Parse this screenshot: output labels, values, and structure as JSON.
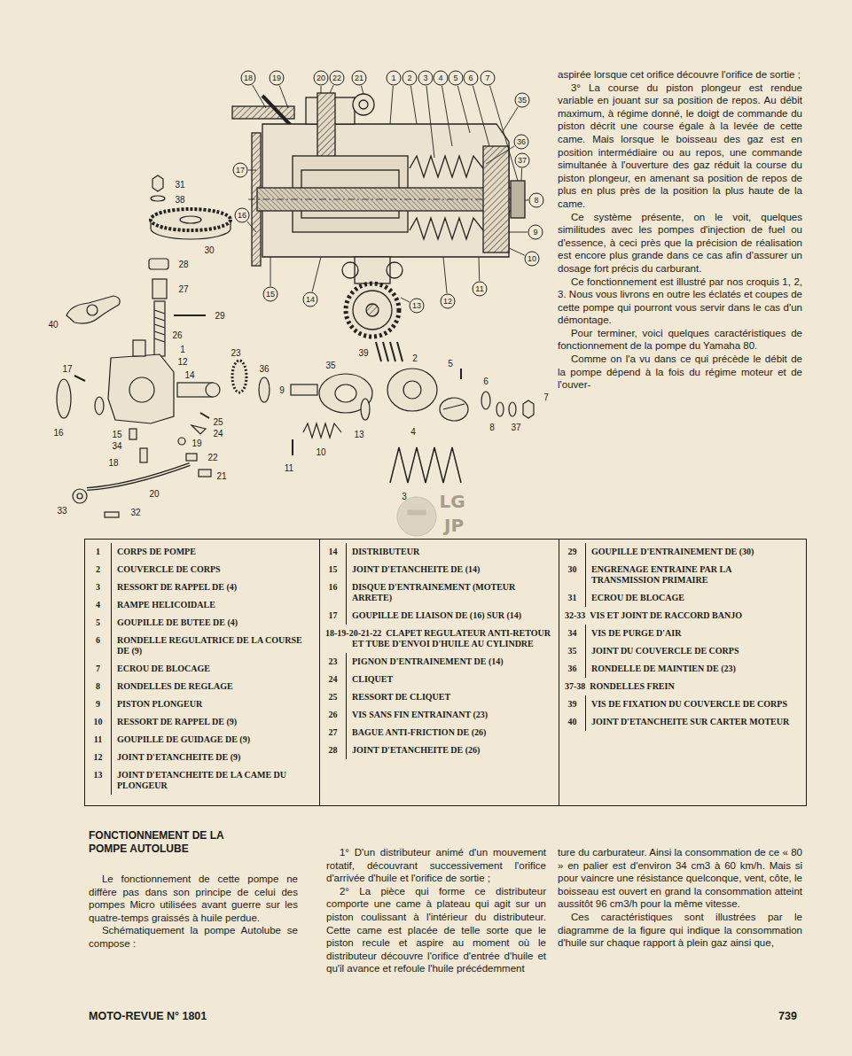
{
  "diagram": {
    "title": "FONCTIONNEMENT DE LA POMPE AUTOLUBE",
    "labels": [
      "18",
      "19",
      "20",
      "22",
      "21",
      "1",
      "2",
      "3",
      "4",
      "5",
      "6",
      "7",
      "35",
      "36",
      "37",
      "8",
      "9",
      "10",
      "11",
      "12",
      "13",
      "14",
      "15",
      "16",
      "17",
      "31",
      "38",
      "30",
      "28",
      "27",
      "29",
      "40",
      "26",
      "1",
      "12",
      "17",
      "14",
      "16",
      "15",
      "34",
      "18",
      "19",
      "25",
      "24",
      "22",
      "21",
      "20",
      "33",
      "32",
      "23",
      "36",
      "9",
      "35",
      "39",
      "2",
      "5",
      "6",
      "37",
      "8",
      "11",
      "10",
      "13",
      "4",
      "3",
      "7",
      "1",
      "CORPS DE POMPE",
      "2",
      "COUVERCLE DE CORPS",
      "3",
      "RESSORT DE RAPPEL DE (4)",
      "4",
      "RAMPE HELICOIDALE",
      "5",
      "GOUPILLE DE BUTEE DE (4)",
      "6",
      "RONDELLE REGULATRICE DE LA COURSE DE (9)",
      "7",
      "ECROU DE BLOCAGE",
      "8",
      "RONDELLES DE REGLAGE",
      "9",
      "PISTON PLONGEUR",
      "10",
      "RESSORT DE RAPPEL DE (9)",
      "11",
      "GOUPILLE DE GUIDAGE DE (9)",
      "12",
      "JOINT D'ETANCHEITE DE (9)",
      "13",
      "JOINT D'ETANCHEITE DE LA CAME DU PLONGEUR",
      "14",
      "DISTRIBUTEUR",
      "15",
      "JOINT D'ETANCHEITE DE (14)",
      "16",
      "DISQUE D'ENTRAINEMENT (MOTEUR ARRETE)",
      "17",
      "GOUPILLE DE LIAISON DE (16) SUR (14)",
      "18-19-20-21-22",
      "CLAPET REGULATEUR ANTI-RETOUR ET TUBE D'ENVOI D'HUILE AU CYLINDRE",
      "23",
      "PIGNON D'ENTRAINEMENT DE (14)",
      "24",
      "CLIQUET",
      "25",
      "RESSORT DE CLIQUET",
      "26",
      "VIS SANS FIN ENTRAINANT (23)",
      "27",
      "BAGUE ANTI-FRICTION DE (26)",
      "28",
      "JOINT D'ETANCHEITE DE (26)",
      "29",
      "GOUPILLE D'ENTRAINEMENT DE (30)",
      "30",
      "ENGRENAGE ENTRAINE PAR LA TRANSMISSION PRIMAIRE",
      "31",
      "ECROU DE BLOCAGE",
      "32-33",
      "VIS ET JOINT DE RACCORD BANJO",
      "34",
      "VIS DE PURGE D'AIR",
      "35",
      "JOINT DU COUVERCLE DE CORPS",
      "36",
      "RONDELLE DE MAINTIEN DE (23)",
      "37-38",
      "RONDELLES FREIN",
      "39",
      "VIS DE FIXATION DU COUVERCLE DE CORPS",
      "40",
      "JOINT D'ETANCHEITE SUR CARTER MOTEUR",
      "aspirée lorsque cet orifice découvre l'orifice de sortie ;",
      "3° La course du piston plongeur est rendue variable en jouant sur sa position de repos. Au débit maximum, à régime donné, le doigt de commande du piston décrit une course égale à la levée de cette came. Mais lorsque le boisseau des gaz est en position intermédiaire ou au repos, une commande simultanée à l'ouverture des gaz réduit la course du piston plongeur, en amenant sa position de repos de plus en plus près de la position la plus haute de la came.",
      "Ce système présente, on le voit, quelques similitudes avec les pompes d'injection de fuel ou d'essence, à ceci près que la précision de réalisation est encore plus grande dans ce cas afin d'assurer un dosage fort précis du carburant.",
      "Ce fonctionnement est illustré par nos croquis 1, 2, 3. Nous vous livrons en outre les éclatés et coupes de cette pompe qui pourront vous servir dans le cas d'un démontage.",
      "Pour terminer, voici quelques caractéristiques de fonctionnement de la pompe du Yamaha 80.",
      "Comme on l'a vu dans ce qui précède le débit de la pompe dépend à la fois du régime moteur et de l'ouver-",
      "Le fonctionnement de cette pompe ne diffère pas dans son principe de celui des pompes Micro utilisées avant guerre sur les quatre-temps graissés à huile perdue.",
      "Schématiquement la pompe Autolube se compose :",
      "1° D'un distributeur animé d'un mouvement rotatif, découvrant successivement l'orifice d'arrivée d'huile et l'orifice de sortie ;",
      "2° La pièce qui forme ce distributeur comporte une came à plateau qui agit sur un piston coulissant à l'intérieur du distributeur. Cette came est placée de telle sorte que le piston recule et aspire au moment où le distributeur découvre l'orifice d'entrée d'huile et qu'il avance et refoule l'huile précédemment",
      "ture du carburateur. Ainsi la consommation de ce « 80 » en palier est d'environ 34 cm3 à 60 km/h. Mais si pour vaincre une résistance quelconque, vent, côte, le boisseau est ouvert en grand la consommation atteint aussitôt 96 cm3/h pour la même vitesse.",
      "Ces caractéristiques sont illustrées par le diagramme de la figure qui indique la consommation d'huile sur chaque rapport à plein gaz ainsi que,",
      "MOTO-REVUE N° 1801",
      "739",
      "LG",
      "JP"
    ]
  }
}
